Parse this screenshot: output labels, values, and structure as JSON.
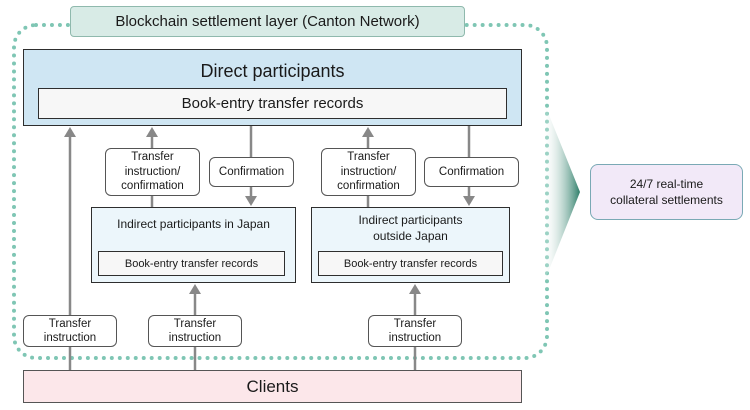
{
  "settlement_layer": "Blockchain settlement layer (Canton Network)",
  "direct": {
    "title": "Direct participants",
    "records": "Book-entry transfer records"
  },
  "messages": {
    "transfer_confirm_left": [
      "Transfer",
      "instruction/",
      "confirmation"
    ],
    "confirmation_left": "Confirmation",
    "transfer_confirm_right": [
      "Transfer",
      "instruction/",
      "confirmation"
    ],
    "confirmation_right": "Confirmation"
  },
  "indirect_japan": {
    "title": "Indirect participants in Japan",
    "records": "Book-entry transfer records"
  },
  "indirect_outside": {
    "title": [
      "Indirect participants",
      "outside Japan"
    ],
    "records": "Book-entry transfer records"
  },
  "client_instructions": [
    [
      "Transfer",
      "instruction"
    ],
    [
      "Transfer",
      "instruction"
    ],
    [
      "Transfer",
      "instruction"
    ]
  ],
  "clients": "Clients",
  "outcome": [
    "24/7 real-time",
    "collateral settlements"
  ],
  "colors": {
    "dotted_border": "#7fc6b4",
    "direct_fill": "#cfe6f3",
    "indirect_fill": "#ecf6fb",
    "clients_fill": "#fce7ea",
    "outcome_fill": "#f2e9f8",
    "arrow": "#888888",
    "chevron": "#2f7f6a"
  }
}
